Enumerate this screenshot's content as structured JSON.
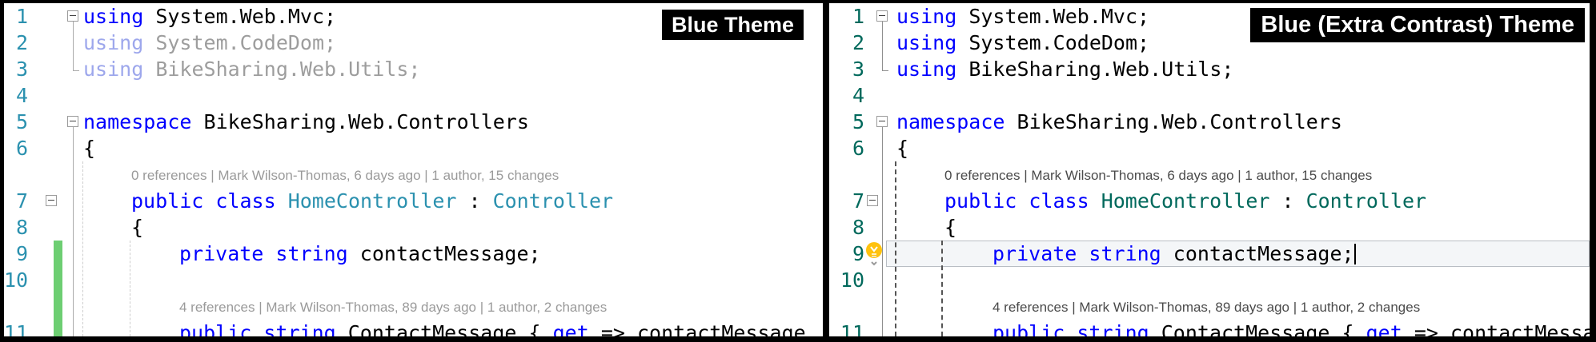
{
  "panels": [
    {
      "label": "Blue Theme",
      "palette": {
        "kw": "#0000FF",
        "plain": "#000000",
        "type": "#2B91AF",
        "fkw": "#9DA7EC",
        "fplain": "#9D9D9D",
        "num": "#2B91AF",
        "lens": "#9A9A9A",
        "change_bar": "#6DCE72"
      },
      "rows": [
        {
          "type": "code",
          "num": "1",
          "fold": "default",
          "indent": 0,
          "segs": [
            [
              "using",
              "kw"
            ],
            [
              " System.Web.Mvc;",
              "plain"
            ]
          ]
        },
        {
          "type": "code",
          "num": "2",
          "indent": 0,
          "segs": [
            [
              "using",
              "fkw"
            ],
            [
              " System.CodeDom;",
              "fplain"
            ]
          ]
        },
        {
          "type": "code",
          "num": "3",
          "indent": 0,
          "segs": [
            [
              "using",
              "fkw"
            ],
            [
              " BikeSharing.Web.Utils;",
              "fplain"
            ]
          ]
        },
        {
          "type": "code",
          "num": "4",
          "indent": 0,
          "segs": []
        },
        {
          "type": "code",
          "num": "5",
          "fold": "default",
          "indent": 0,
          "segs": [
            [
              "namespace",
              "kw"
            ],
            [
              " BikeSharing.Web.Controllers",
              "plain"
            ]
          ]
        },
        {
          "type": "code",
          "num": "6",
          "indent": 0,
          "segs": [
            [
              "{",
              "plain"
            ]
          ]
        },
        {
          "type": "lens",
          "indent": 1,
          "text": "0 references | Mark Wilson-Thomas, 6 days ago | 1 author, 15 changes"
        },
        {
          "type": "code",
          "num": "7",
          "fold": "outer",
          "indent": 1,
          "segs": [
            [
              "public",
              "kw"
            ],
            [
              " ",
              "plain"
            ],
            [
              "class",
              "kw"
            ],
            [
              " ",
              "plain"
            ],
            [
              "HomeController",
              "type"
            ],
            [
              " : ",
              "plain"
            ],
            [
              "Controller",
              "type"
            ]
          ]
        },
        {
          "type": "code",
          "num": "8",
          "indent": 1,
          "segs": [
            [
              "{",
              "plain"
            ]
          ]
        },
        {
          "type": "code",
          "num": "9",
          "indent": 2,
          "change_bar": true,
          "segs": [
            [
              "private",
              "kw"
            ],
            [
              " ",
              "plain"
            ],
            [
              "string",
              "kw"
            ],
            [
              " contactMessage;",
              "plain"
            ]
          ]
        },
        {
          "type": "code",
          "num": "10",
          "indent": 0,
          "change_bar": true,
          "segs": []
        },
        {
          "type": "lens",
          "indent": 2,
          "change_bar": true,
          "text": "4 references | Mark Wilson-Thomas, 89 days ago | 1 author, 2 changes"
        },
        {
          "type": "code",
          "num": "11",
          "indent": 2,
          "change_bar": true,
          "segs": [
            [
              "public",
              "kw"
            ],
            [
              " ",
              "plain"
            ],
            [
              "string",
              "kw"
            ],
            [
              " ContactMessage { ",
              "plain"
            ],
            [
              "get",
              "kw"
            ],
            [
              " => contactMessage",
              "plain"
            ]
          ]
        }
      ]
    },
    {
      "label": "Blue (Extra Contrast) Theme",
      "palette": {
        "kw": "#0000FF",
        "plain": "#000000",
        "type": "#00695C",
        "num": "#00695C",
        "lens": "#4A4A4A"
      },
      "rows": [
        {
          "type": "code",
          "num": "1",
          "fold": "default",
          "indent": 0,
          "segs": [
            [
              "using",
              "kw"
            ],
            [
              " System.Web.Mvc;",
              "plain"
            ]
          ]
        },
        {
          "type": "code",
          "num": "2",
          "indent": 0,
          "segs": [
            [
              "using",
              "kw"
            ],
            [
              " System.CodeDom;",
              "plain"
            ]
          ]
        },
        {
          "type": "code",
          "num": "3",
          "indent": 0,
          "segs": [
            [
              "using",
              "kw"
            ],
            [
              " BikeSharing.Web.Utils;",
              "plain"
            ]
          ]
        },
        {
          "type": "code",
          "num": "4",
          "indent": 0,
          "segs": []
        },
        {
          "type": "code",
          "num": "5",
          "fold": "default",
          "indent": 0,
          "segs": [
            [
              "namespace",
              "kw"
            ],
            [
              " BikeSharing.Web.Controllers",
              "plain"
            ]
          ]
        },
        {
          "type": "code",
          "num": "6",
          "indent": 0,
          "segs": [
            [
              "{",
              "plain"
            ]
          ]
        },
        {
          "type": "lens",
          "indent": 1,
          "text": "0 references | Mark Wilson-Thomas, 6 days ago | 1 author, 15 changes"
        },
        {
          "type": "code",
          "num": "7",
          "fold": "outer",
          "indent": 1,
          "segs": [
            [
              "public",
              "kw"
            ],
            [
              " ",
              "plain"
            ],
            [
              "class",
              "kw"
            ],
            [
              " ",
              "plain"
            ],
            [
              "HomeController",
              "type"
            ],
            [
              " : ",
              "plain"
            ],
            [
              "Controller",
              "type"
            ]
          ]
        },
        {
          "type": "code",
          "num": "8",
          "indent": 1,
          "segs": [
            [
              "{",
              "plain"
            ]
          ]
        },
        {
          "type": "code",
          "num": "9",
          "indent": 2,
          "lightbulb": true,
          "current_line": true,
          "caret": true,
          "segs": [
            [
              "private",
              "kw"
            ],
            [
              " ",
              "plain"
            ],
            [
              "string",
              "kw"
            ],
            [
              " contactMessage;",
              "plain"
            ]
          ]
        },
        {
          "type": "code",
          "num": "10",
          "indent": 0,
          "segs": []
        },
        {
          "type": "lens",
          "indent": 2,
          "text": "4 references | Mark Wilson-Thomas, 89 days ago | 1 author, 2 changes"
        },
        {
          "type": "code",
          "num": "11",
          "indent": 2,
          "segs": [
            [
              "public",
              "kw"
            ],
            [
              " ",
              "plain"
            ],
            [
              "string",
              "kw"
            ],
            [
              " ContactMessage { ",
              "plain"
            ],
            [
              "get",
              "kw"
            ],
            [
              " => contactMessage",
              "plain"
            ]
          ]
        }
      ]
    }
  ]
}
